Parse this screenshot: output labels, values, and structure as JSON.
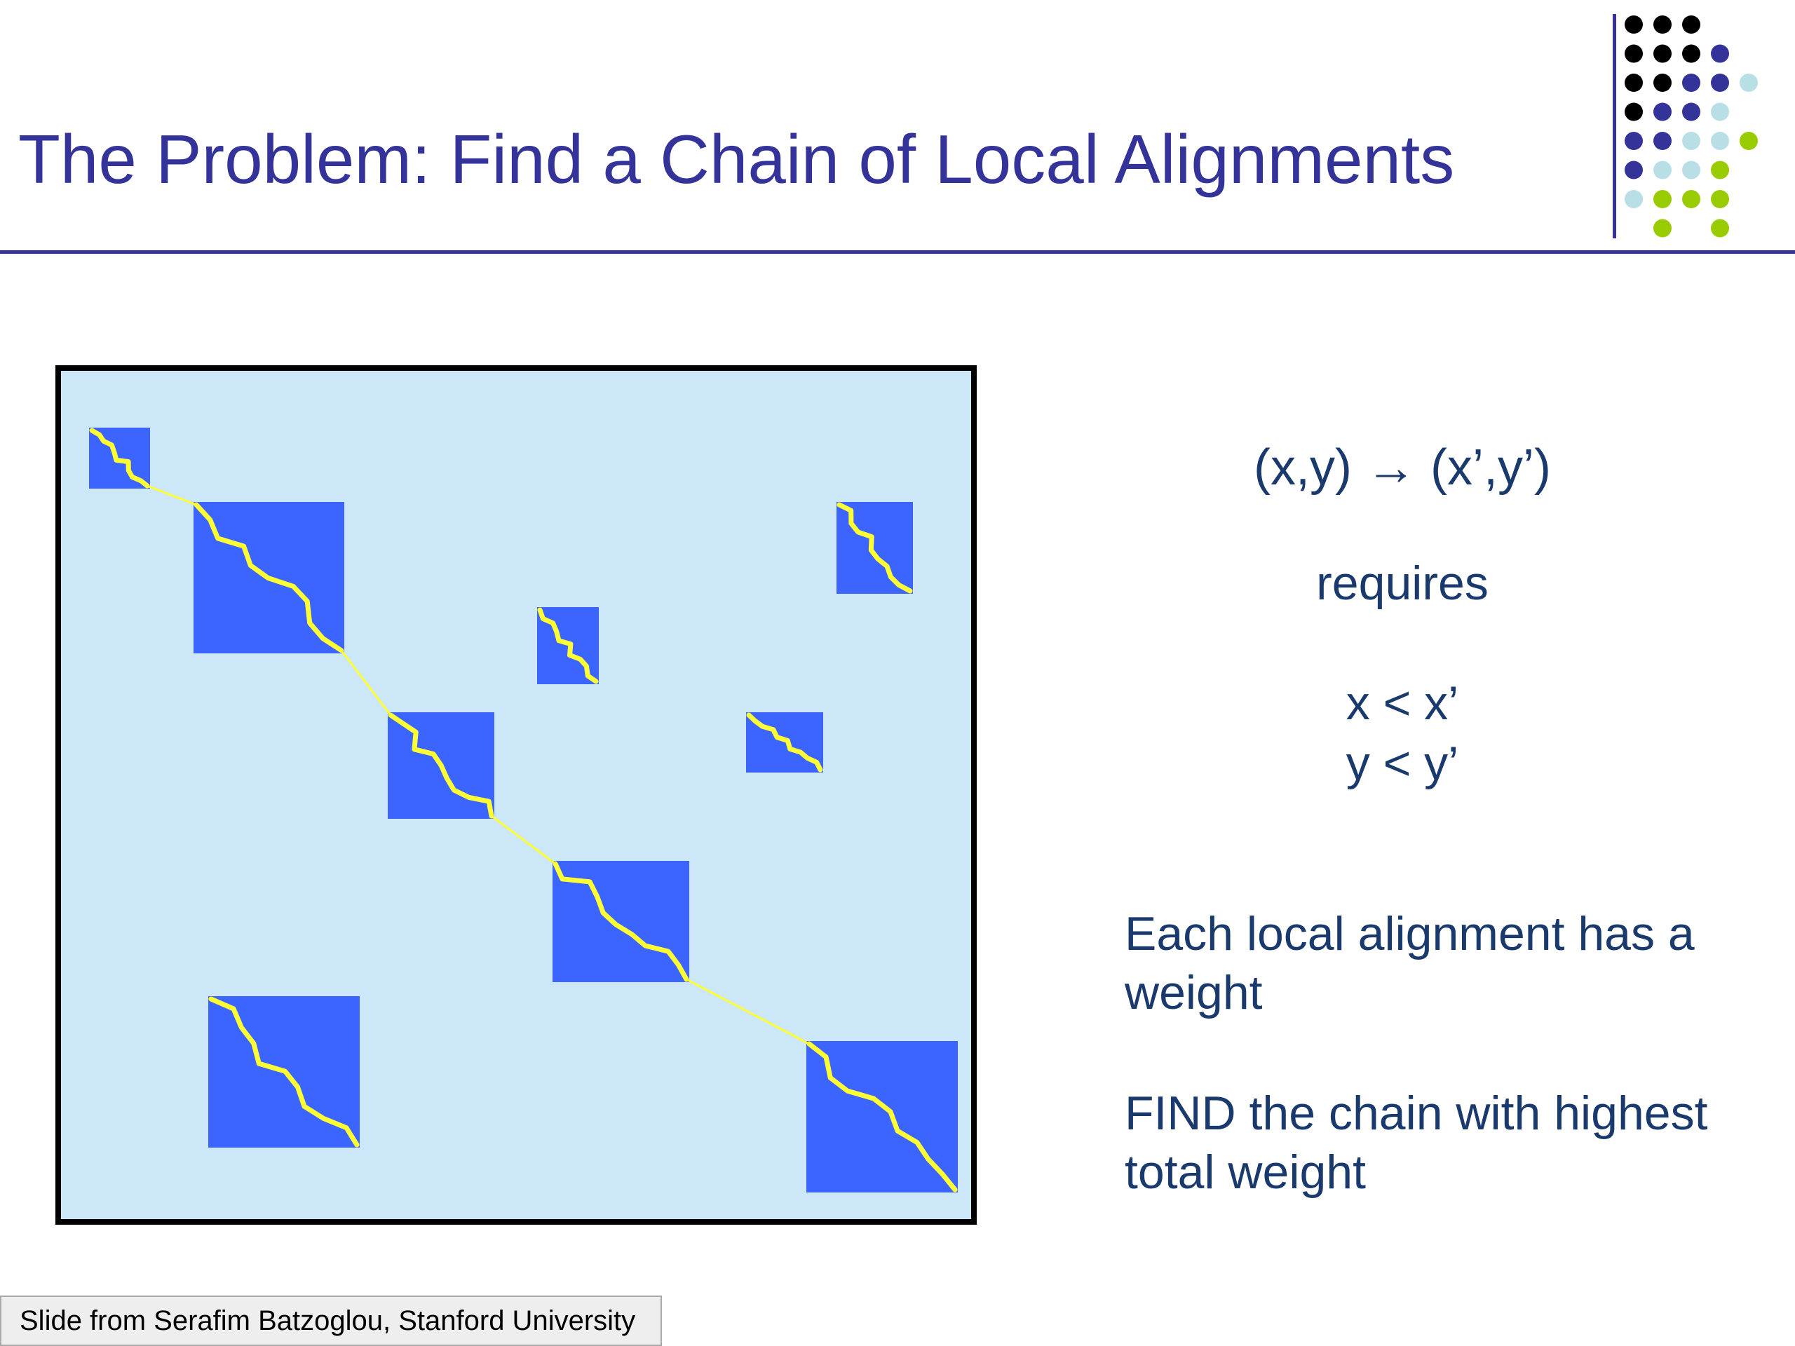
{
  "slide": {
    "title": "The Problem: Find a Chain of Local Alignments",
    "formula": "(x,y) → (x’,y’)",
    "requires": "requires",
    "conditions": [
      "x < x’",
      "y < y’"
    ],
    "weight_text": "Each local alignment has a weight",
    "find_text": "FIND the chain with highest total weight",
    "credit": "Slide from Serafim Batzoglou, Stanford University"
  },
  "colors": {
    "title": "#333399",
    "body_text": "#1a3a6e",
    "matrix_background": "#cce8f8",
    "alignment_block": "#3c64ff",
    "alignment_path": "#ffff33",
    "dot_black": "#000000",
    "dot_purple": "#333399",
    "dot_lightblue": "#b9dfe6",
    "dot_green": "#99cc00"
  },
  "icons": {
    "corner_decoration": "dot-grid-icon"
  }
}
